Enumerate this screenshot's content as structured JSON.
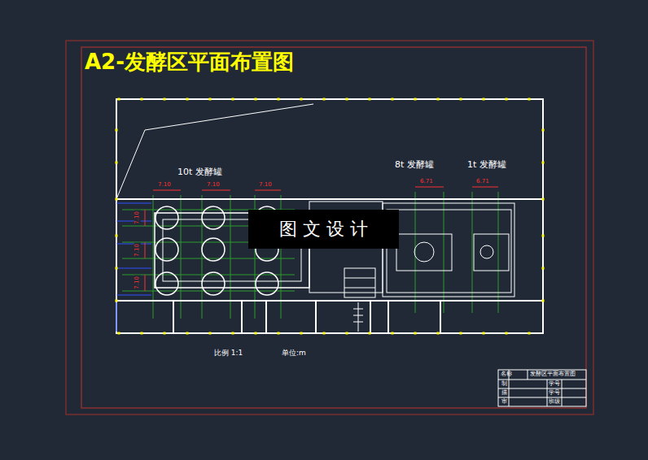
{
  "diagram": {
    "title": "A2-发酵区平面布置图",
    "nodes": [
      {
        "text": [
          "图 文 设 计"
        ]
      }
    ],
    "labels": [
      "10t 发酵罐",
      "8t 发酵罐",
      "1t 发酵罐",
      "7.10",
      "7.10",
      "7.10",
      "6.71",
      "6.71",
      "7.10",
      "7.10",
      "7.10",
      "比例 1:1",
      "单位:m",
      "名称",
      "发酵区平面布置图",
      "制",
      "描",
      "审",
      "学号",
      "学号",
      "班级"
    ]
  }
}
